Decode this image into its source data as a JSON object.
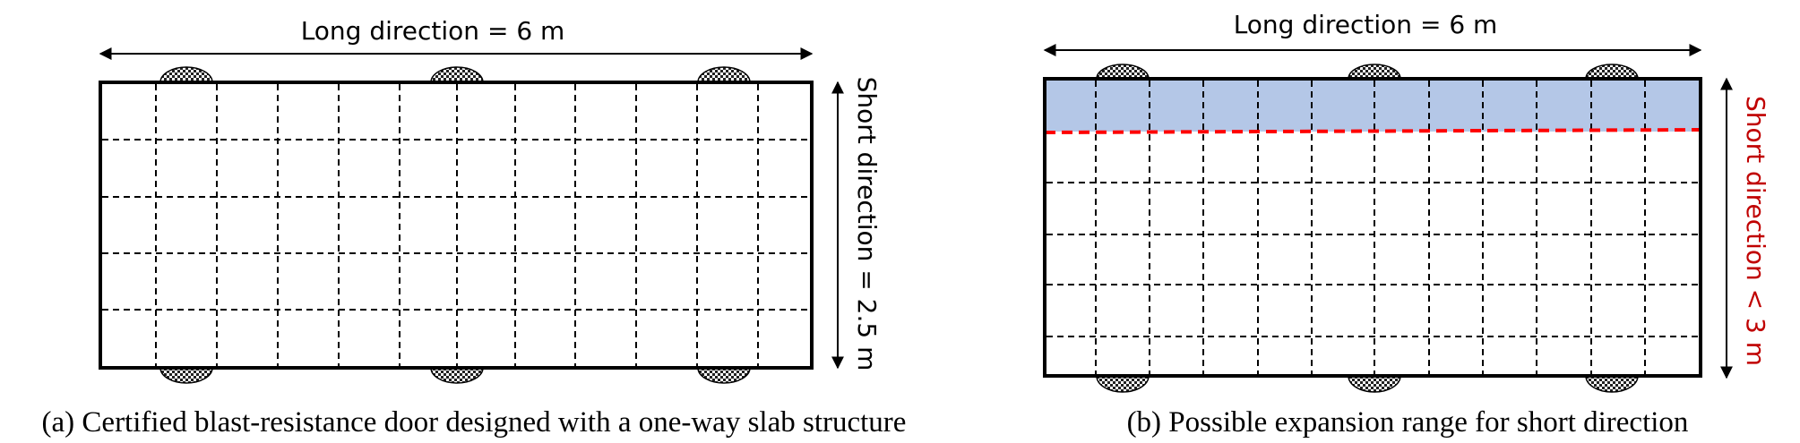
{
  "panel_a": {
    "long_label": "Long direction = 6 m",
    "short_label": "Short direction = 2.5 m",
    "caption": "(a) Certified blast-resistance door designed with a one-way slab structure"
  },
  "panel_b": {
    "long_label": "Long direction = 6 m",
    "short_label": "Short direction < 3 m",
    "caption": "(b) Possible expansion range for short direction"
  },
  "colors": {
    "grid_line": "#000000",
    "expansion_fill": "#b4c7e7",
    "expansion_line": "#ff0000",
    "short_label_b": "#c00000"
  }
}
